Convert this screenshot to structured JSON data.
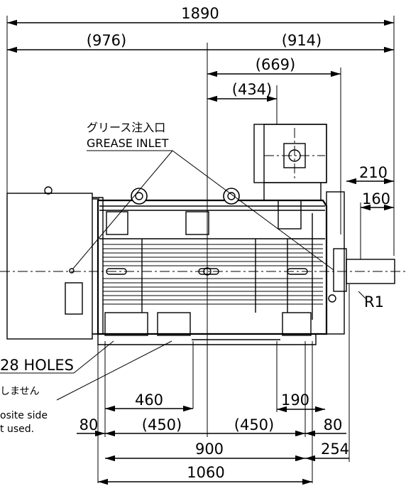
{
  "dimensions": {
    "overall": "1890",
    "left_part": "(976)",
    "right_part": "(914)",
    "terminal_box": "(669)",
    "lifting_lug": "(434)",
    "shaft_length": "210",
    "shaft_key": "160",
    "fillet": "R1",
    "foot_left": "460",
    "foot_right": "190",
    "offset_left": "80",
    "half_left": "(450)",
    "half_right": "(450)",
    "offset_right": "80",
    "foot_span": "900",
    "shaft_center": "254",
    "base_length": "1060"
  },
  "labels": {
    "grease_jp": "グリース注入口",
    "grease_en": "GREASE INLET",
    "holes": "28 HOLES",
    "not_used_jp": "しません",
    "opposite_side": "osite side",
    "not_used_en": "t used."
  }
}
